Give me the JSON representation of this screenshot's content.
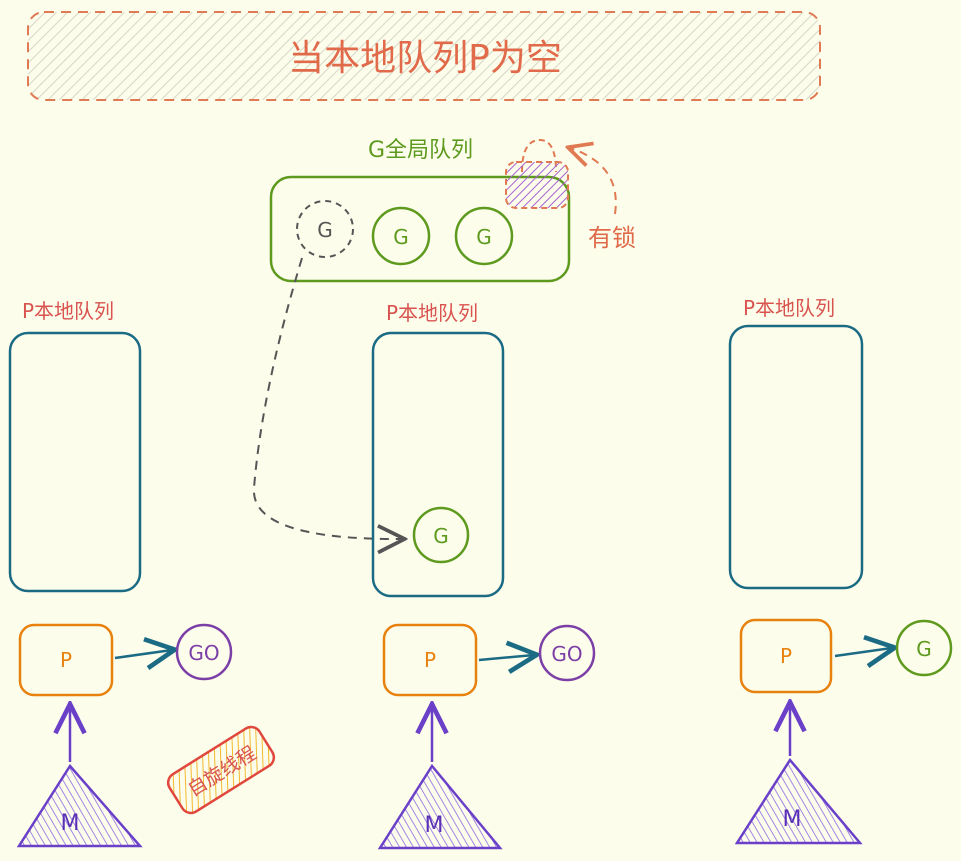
{
  "title": "当本地队列P为空",
  "global_queue": {
    "label": "G全局队列",
    "items": [
      "G",
      "G",
      "G"
    ],
    "lock_label": "有锁"
  },
  "columns": [
    {
      "queue_label": "P本地队列",
      "queue_items": [],
      "p_label": "P",
      "running": "GO",
      "m_label": "M"
    },
    {
      "queue_label": "P本地队列",
      "queue_items": [
        "G"
      ],
      "p_label": "P",
      "running": "GO",
      "m_label": "M"
    },
    {
      "queue_label": "P本地队列",
      "queue_items": [],
      "p_label": "P",
      "running": "G",
      "m_label": "M"
    }
  ],
  "spin_label": "自旋线程",
  "colors": {
    "title": "#e06a4a",
    "banner_border": "#e07a52",
    "global_queue": "#5d9a1e",
    "local_queue": "#1b6b85",
    "local_label": "#d9534f",
    "processor": "#e8820e",
    "goroutine_running": "#7b3fa6",
    "goroutine_queued": "#5d9a1e",
    "machine": "#6a40c9",
    "migration_arrow": "#555555",
    "lock": "#c354c9"
  }
}
